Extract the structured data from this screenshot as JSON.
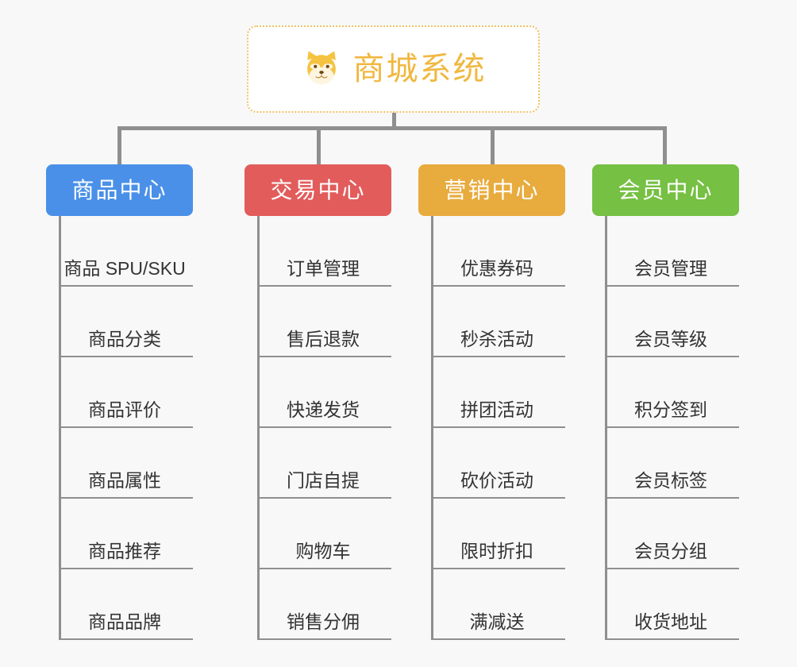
{
  "page": {
    "background_color": "#f8f8f8",
    "connector_color": "#8f8f8f"
  },
  "root": {
    "icon": "shiba-dog-face-icon",
    "title": "商城系统",
    "text_color": "#f0b840",
    "border_color": "#f2c063",
    "background_color": "#ffffff"
  },
  "columns": [
    {
      "id": "product-center",
      "title": "商品中心",
      "color": "#4a90e8",
      "items": [
        "商品 SPU/SKU",
        "商品分类",
        "商品评价",
        "商品属性",
        "商品推荐",
        "商品品牌"
      ]
    },
    {
      "id": "trade-center",
      "title": "交易中心",
      "color": "#e25c5c",
      "items": [
        "订单管理",
        "售后退款",
        "快递发货",
        "门店自提",
        "购物车",
        "销售分佣"
      ]
    },
    {
      "id": "marketing-center",
      "title": "营销中心",
      "color": "#e8ab3e",
      "items": [
        "优惠券码",
        "秒杀活动",
        "拼团活动",
        "砍价活动",
        "限时折扣",
        "满减送"
      ]
    },
    {
      "id": "member-center",
      "title": "会员中心",
      "color": "#76c043",
      "items": [
        "会员管理",
        "会员等级",
        "积分签到",
        "会员标签",
        "会员分组",
        "收货地址"
      ]
    }
  ]
}
